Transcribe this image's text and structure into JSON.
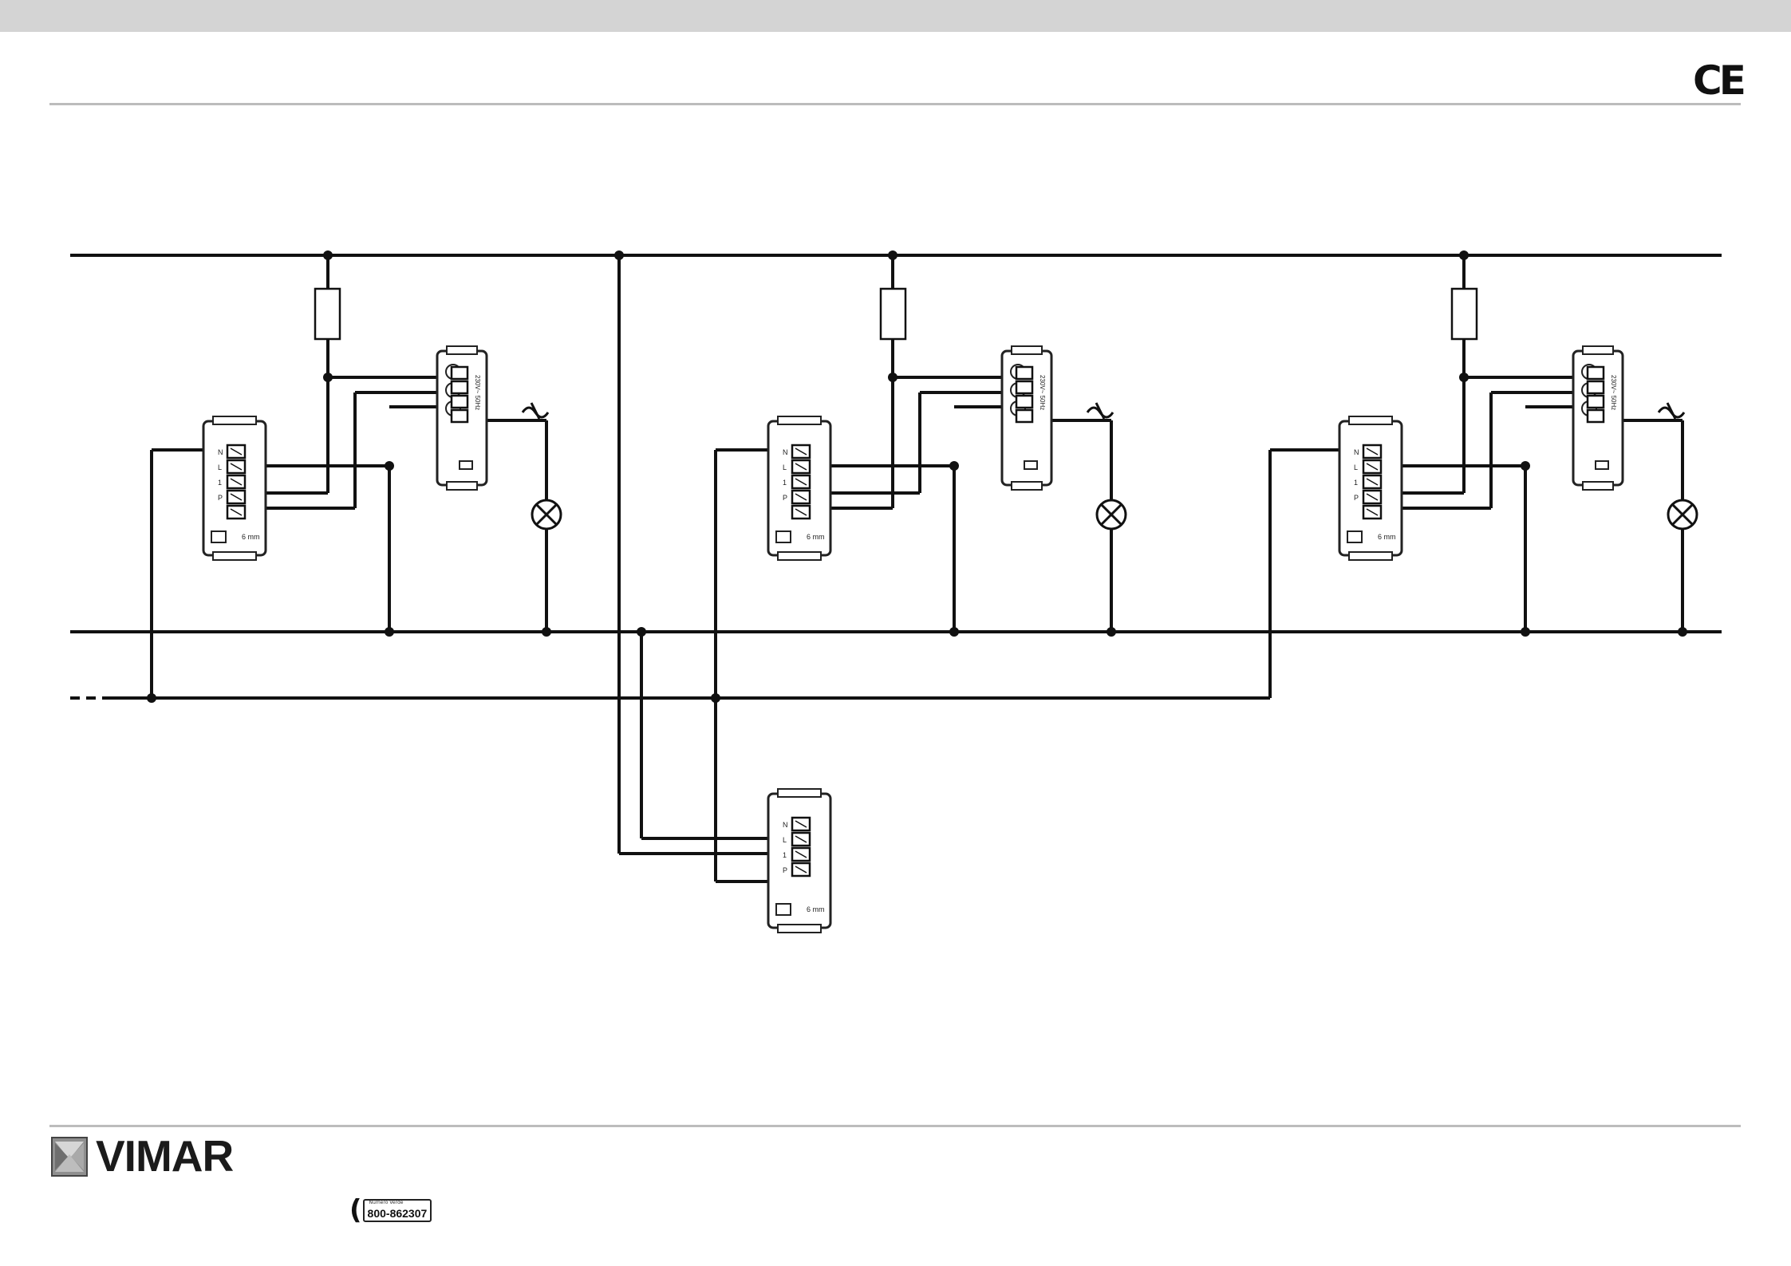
{
  "header": {
    "certification_mark": "CE"
  },
  "diagram": {
    "stages": [
      {
        "id": "left"
      },
      {
        "id": "middle"
      },
      {
        "id": "right"
      }
    ],
    "module_terminal_labels": [
      "N",
      "L",
      "1",
      "P"
    ],
    "module_footer_text": "6 mm",
    "module_rating_text": "230V~ 50Hz"
  },
  "footer": {
    "brand": "VIMAR",
    "hotline_caption": "Numero Verde",
    "hotline_number": "800-862307"
  }
}
